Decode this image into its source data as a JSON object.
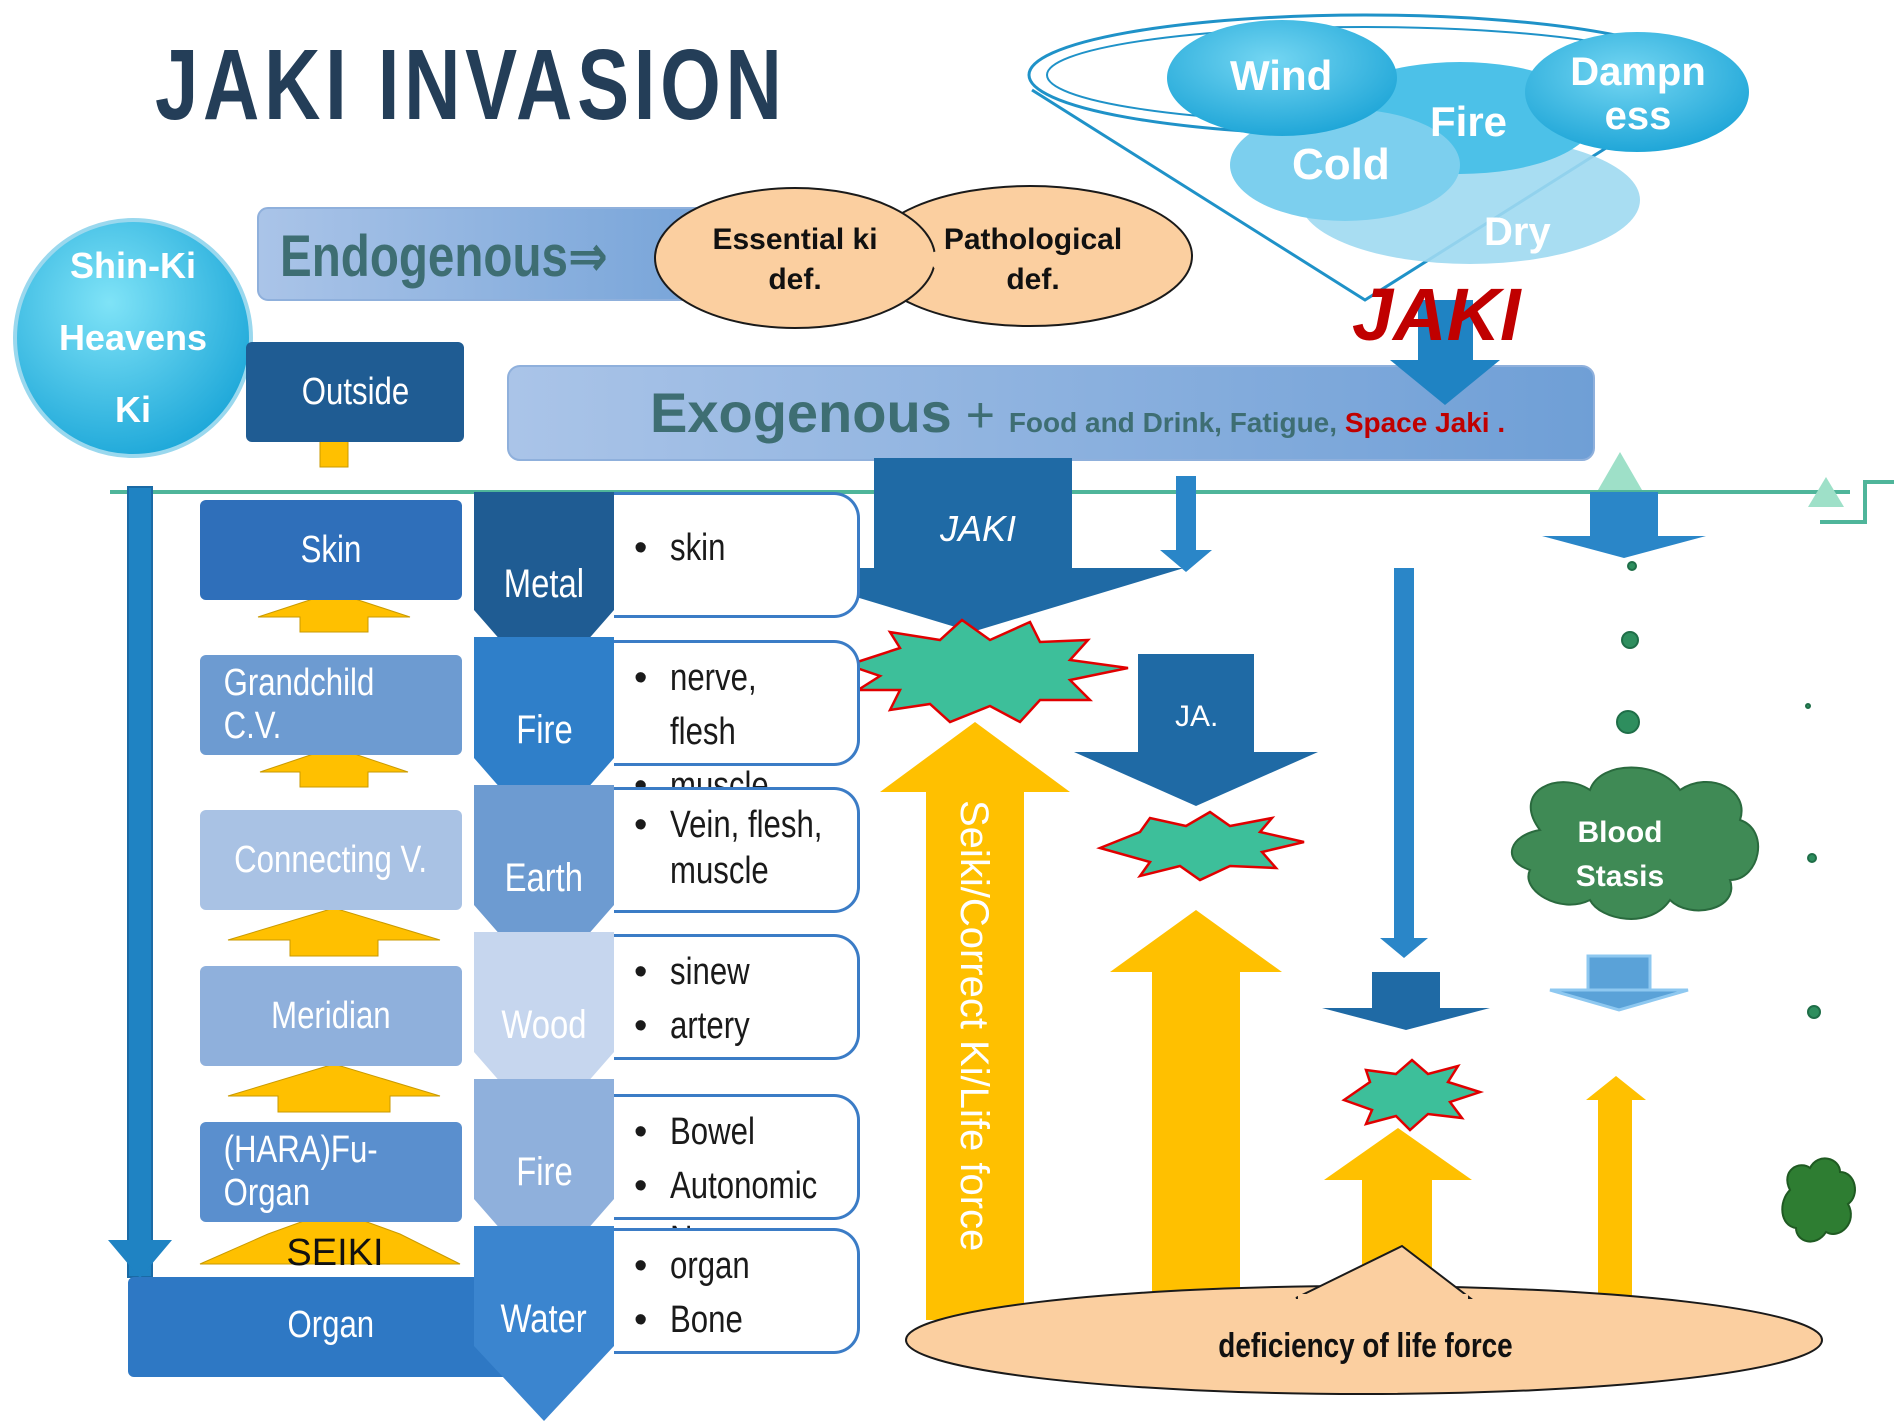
{
  "title": "JAKI INVASION",
  "shin_ki": {
    "line1": "Shin-Ki",
    "line2": "Heavens",
    "line3": "Ki"
  },
  "outside": "Outside",
  "levels": [
    {
      "label": "Skin",
      "color": "#2f6fba"
    },
    {
      "label": "Grandchild C.V.",
      "color": "#6d9bd1"
    },
    {
      "label": "Connecting V.",
      "color": "#a9c2e4"
    },
    {
      "label": "Meridian",
      "color": "#8fb0dc"
    },
    {
      "label": "(HARA)Fu-Organ",
      "color": "#5a8fce"
    }
  ],
  "seiki": "SEIKI",
  "organ": "Organ",
  "elements": [
    {
      "name": "Metal",
      "items": [
        "skin"
      ]
    },
    {
      "name": "Fire",
      "items": [
        "nerve, flesh",
        "muscle"
      ]
    },
    {
      "name": "Earth",
      "items": [
        "Vein, flesh,",
        "muscle"
      ]
    },
    {
      "name": "Wood",
      "items": [
        "sinew",
        "artery"
      ]
    },
    {
      "name": "Fire",
      "items": [
        "Bowel",
        "Autonomic N."
      ]
    },
    {
      "name": "Water",
      "items": [
        "organ",
        "Bone"
      ]
    }
  ],
  "endogenous": {
    "label": "Endogenous⇒",
    "bubble1_line1": "Essential ki",
    "bubble1_line2": "def.",
    "bubble2_line1": "Pathological",
    "bubble2_line2": "def."
  },
  "exogenous": {
    "label": "Exogenous",
    "plus": " + ",
    "extra": "Food and Drink, Fatigue, ",
    "space": "Space Jaki",
    "end": " ."
  },
  "funnel": {
    "wind": "Wind",
    "fire": "Fire",
    "dampness_1": "Dampn",
    "dampness_2": "ess",
    "cold": "Cold",
    "dry": "Dry",
    "jaki": "JAKI"
  },
  "arrow_jaki": "JAKI",
  "arrow_ja": "JA.",
  "seiki_vertical": "Seiki/Correct Ki/Life force",
  "blood_stasis_1": "Blood",
  "blood_stasis_2": "Stasis",
  "deficiency": "deficiency of life force",
  "colors": {
    "title": "#243e58",
    "yellow": "#ffc000",
    "blue_dark": "#1f6391",
    "green": "#3dbf9a",
    "red": "#c00000"
  }
}
